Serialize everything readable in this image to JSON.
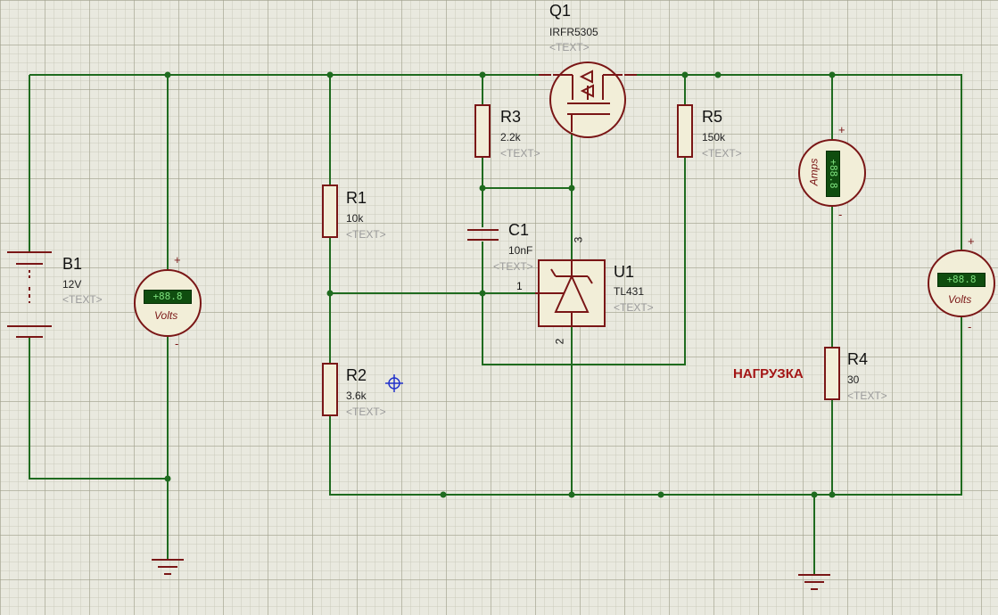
{
  "components": {
    "B1": {
      "ref": "B1",
      "value": "12V",
      "text": "<TEXT>"
    },
    "R1": {
      "ref": "R1",
      "value": "10k",
      "text": "<TEXT>"
    },
    "R2": {
      "ref": "R2",
      "value": "3.6k",
      "text": "<TEXT>"
    },
    "R3": {
      "ref": "R3",
      "value": "2.2k",
      "text": "<TEXT>"
    },
    "R4": {
      "ref": "R4",
      "value": "30",
      "text": "<TEXT>"
    },
    "R5": {
      "ref": "R5",
      "value": "150k",
      "text": "<TEXT>"
    },
    "C1": {
      "ref": "C1",
      "value": "10nF",
      "text": "<TEXT>"
    },
    "Q1": {
      "ref": "Q1",
      "value": "IRFR5305",
      "text": "<TEXT>"
    },
    "U1": {
      "ref": "U1",
      "value": "TL431",
      "text": "<TEXT>",
      "pin1": "1",
      "pin2": "2",
      "pin3": "3"
    }
  },
  "meters": {
    "voltmeter1": {
      "reading": "+88.8",
      "label": "Volts",
      "plus": "+",
      "minus": "-"
    },
    "ammeter": {
      "reading": "+88.8",
      "label": "Amps",
      "plus": "+",
      "minus": "-"
    },
    "voltmeter2": {
      "reading": "+88.8",
      "label": "Volts",
      "plus": "+",
      "minus": "-"
    }
  },
  "annotations": {
    "load_label": "НАГРУЗКА"
  },
  "colors": {
    "wire": "#1f6b1f",
    "component": "#7a1616",
    "lcd": "#0f4d0f",
    "load_label": "#a31515",
    "background": "#e9e9df"
  }
}
